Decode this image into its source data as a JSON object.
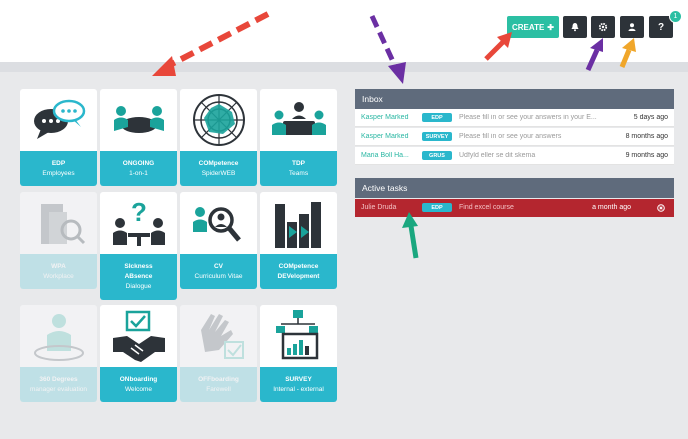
{
  "header": {
    "create_label": "CREATE",
    "create_icon": "plus-icon",
    "notification_count": "1"
  },
  "tiles": [
    {
      "title": "EDP",
      "sub": "Employees",
      "icon": "speech-bubbles-icon",
      "enabled": true
    },
    {
      "title": "ONGOING",
      "sub": "1-on-1",
      "icon": "one-on-one-icon",
      "enabled": true
    },
    {
      "title": "COMpetence",
      "sub": "SpiderWEB",
      "icon": "spider-web-icon",
      "enabled": true
    },
    {
      "title": "TDP",
      "sub": "Teams",
      "icon": "team-meeting-icon",
      "enabled": true
    },
    {
      "title": "WPA",
      "sub": "Workplace",
      "icon": "building-eye-icon",
      "enabled": false
    },
    {
      "title": "SIckness",
      "sub": "ABsence",
      "sub2": "Dialogue",
      "icon": "question-dialogue-icon",
      "enabled": true
    },
    {
      "title": "CV",
      "sub": "Curriculum Vitae",
      "icon": "magnifier-people-icon",
      "enabled": true
    },
    {
      "title": "COMpetence",
      "sub": "DEVelopment",
      "icon": "development-bars-icon",
      "enabled": true
    },
    {
      "title": "360 Degrees",
      "sub": "manager evaluation",
      "icon": "person-360-icon",
      "enabled": false
    },
    {
      "title": "ONboarding",
      "sub": "Welcome",
      "icon": "handshake-icon",
      "enabled": true
    },
    {
      "title": "OFFboarding",
      "sub": "Farewell",
      "icon": "wave-hand-icon",
      "enabled": false
    },
    {
      "title": "SURVEY",
      "sub": "Internal - external",
      "icon": "survey-chart-icon",
      "enabled": true
    }
  ],
  "inbox": {
    "title": "Inbox",
    "rows": [
      {
        "from": "Kasper Marked",
        "tag": "EDP",
        "message": "Please fill in or see your answers in your E...",
        "time": "5 days ago"
      },
      {
        "from": "Kasper Marked",
        "tag": "SURVEY",
        "message": "Please fill in or see your answers",
        "time": "8 months ago"
      },
      {
        "from": "Maria Boll Ha...",
        "tag": "GRUS",
        "message": "Udfyld eller se dit skema",
        "time": "9 months ago"
      }
    ]
  },
  "tasks": {
    "title": "Active tasks",
    "rows": [
      {
        "who": "Julie Druda",
        "tag": "EDP",
        "task": "Find excel course",
        "time": "a month ago"
      }
    ]
  },
  "colors": {
    "accent": "#2bbfa3",
    "tile_label": "#2ab7cc",
    "panel_header": "#5f6b7c",
    "task_row": "#b4262f",
    "arrow_red": "#e8473a",
    "arrow_purple": "#6b2fa3",
    "arrow_orange": "#f0a62a",
    "arrow_green": "#1aa77f"
  }
}
